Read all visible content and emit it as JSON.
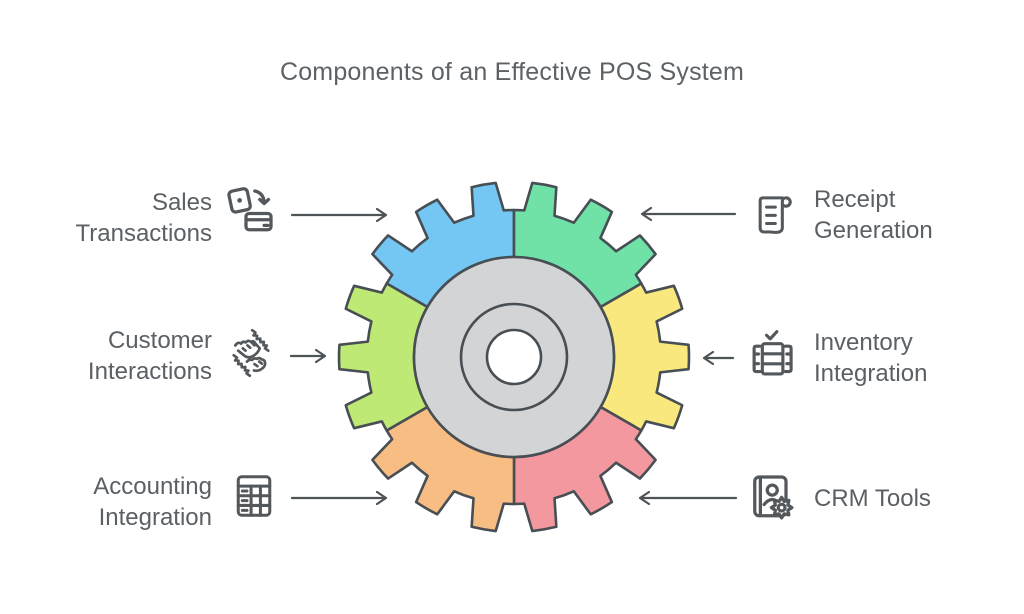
{
  "title": "Components of an Effective POS System",
  "colors": {
    "text": "#5b6065",
    "arrow": "#4e5357",
    "outline": "#474e54",
    "hub_fill": "#d3d4d5",
    "hub_hole_fill": "#ffffff"
  },
  "diagram": {
    "segments": [
      {
        "name": "sales-transactions",
        "color": "#74c6f3"
      },
      {
        "name": "receipt-generation",
        "color": "#70e2a8"
      },
      {
        "name": "inventory-integration",
        "color": "#f8e87d"
      },
      {
        "name": "crm-tools",
        "color": "#f4989f"
      },
      {
        "name": "accounting-integration",
        "color": "#f8bd83"
      },
      {
        "name": "customer-interactions",
        "color": "#bfe975"
      }
    ]
  },
  "items": [
    {
      "id": "sales-transactions",
      "line1": "Sales",
      "line2": "Transactions",
      "icon": "payment-card-icon",
      "side": "left"
    },
    {
      "id": "customer-interactions",
      "line1": "Customer",
      "line2": "Interactions",
      "icon": "handshake-icon",
      "side": "left"
    },
    {
      "id": "accounting-integration",
      "line1": "Accounting",
      "line2": "Integration",
      "icon": "spreadsheet-icon",
      "side": "left"
    },
    {
      "id": "receipt-generation",
      "line1": "Receipt",
      "line2": "Generation",
      "icon": "receipt-icon",
      "side": "right"
    },
    {
      "id": "inventory-integration",
      "line1": "Inventory",
      "line2": "Integration",
      "icon": "inventory-icon",
      "side": "right"
    },
    {
      "id": "crm-tools",
      "line1": "CRM Tools",
      "line2": "",
      "icon": "contacts-gear-icon",
      "side": "right"
    }
  ]
}
